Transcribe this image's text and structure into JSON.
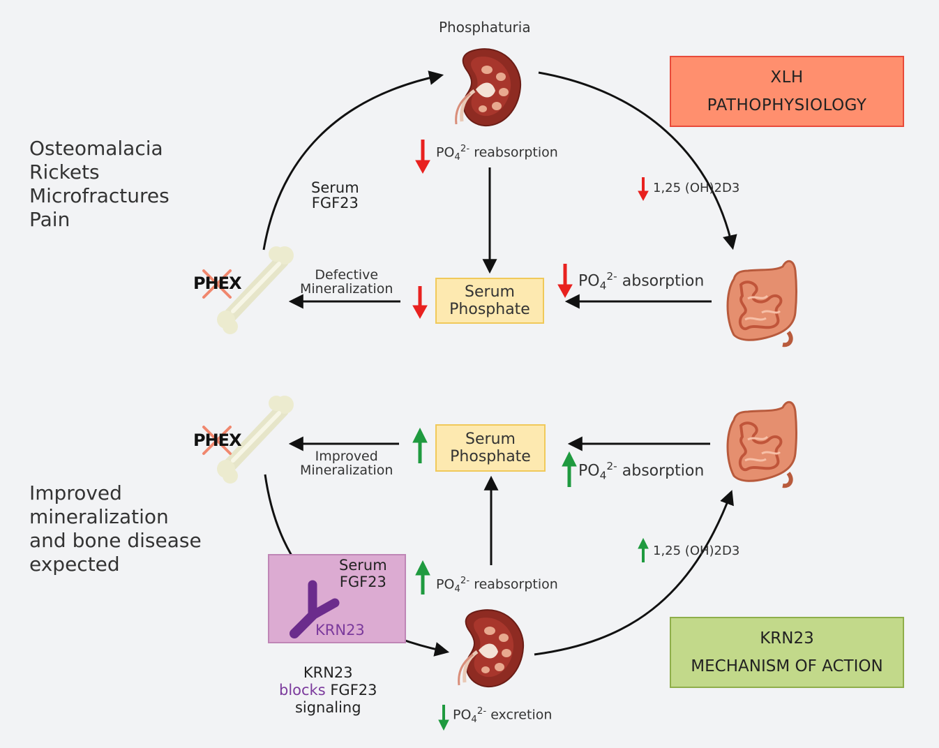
{
  "top_panel": {
    "title_box": {
      "line1": "XLH",
      "line2": "PATHOPHYSIOLOGY",
      "color": "#ff8f6e"
    },
    "kidney_label": "Phosphaturia",
    "reabsorption": {
      "prefix": "PO",
      "sub": "4",
      "sup": "2-",
      "suffix": " reabsorption",
      "direction": "down"
    },
    "fgf23": {
      "line1": "Serum",
      "line2": "FGF23"
    },
    "vitamin_d": {
      "text": "1,25 (OH)2D3",
      "direction": "down"
    },
    "absorption": {
      "prefix": "PO",
      "sub": "4",
      "sup": "2-",
      "suffix": " absorption",
      "direction": "down"
    },
    "serum_phosphate": {
      "line1": "Serum",
      "line2": "Phosphate",
      "direction": "down"
    },
    "mineralization": {
      "line1": "Defective",
      "line2": "Mineralization"
    },
    "phex": "PHEX",
    "symptoms": [
      "Osteomalacia",
      "Rickets",
      "Microfractures",
      "Pain"
    ]
  },
  "bottom_panel": {
    "title_box": {
      "line1": "KRN23",
      "line2": "MECHANISM OF ACTION",
      "color": "#c2d98a"
    },
    "phex": "PHEX",
    "mineralization": {
      "line1": "Improved",
      "line2": "Mineralization"
    },
    "serum_phosphate": {
      "line1": "Serum",
      "line2": "Phosphate",
      "direction": "up"
    },
    "absorption": {
      "prefix": "PO",
      "sub": "4",
      "sup": "2-",
      "suffix": " absorption",
      "direction": "up"
    },
    "vitamin_d": {
      "text": "1,25 (OH)2D3",
      "direction": "up"
    },
    "reabsorption": {
      "prefix": "PO",
      "sub": "4",
      "sup": "2-",
      "suffix": " reabsorption",
      "direction": "up"
    },
    "excretion": {
      "prefix": "PO",
      "sub": "4",
      "sup": "2-",
      "suffix": " excretion",
      "direction": "down"
    },
    "fgf23": {
      "line1": "Serum",
      "line2": "FGF23"
    },
    "antibody_label": "KRN23",
    "blocks_caption": {
      "line1": "KRN23",
      "blocks_word": "blocks",
      "rest": " FGF23",
      "line3": "signaling"
    },
    "outcome": [
      "Improved",
      "mineralization",
      "and bone disease",
      "expected"
    ]
  },
  "colors": {
    "down_arrow": "#e8211f",
    "up_arrow": "#1f9a3f",
    "krn23_text": "#7b3a9c"
  },
  "icons": [
    "kidney-icon",
    "bone-icon",
    "intestine-icon",
    "antibody-icon",
    "cross-icon"
  ]
}
